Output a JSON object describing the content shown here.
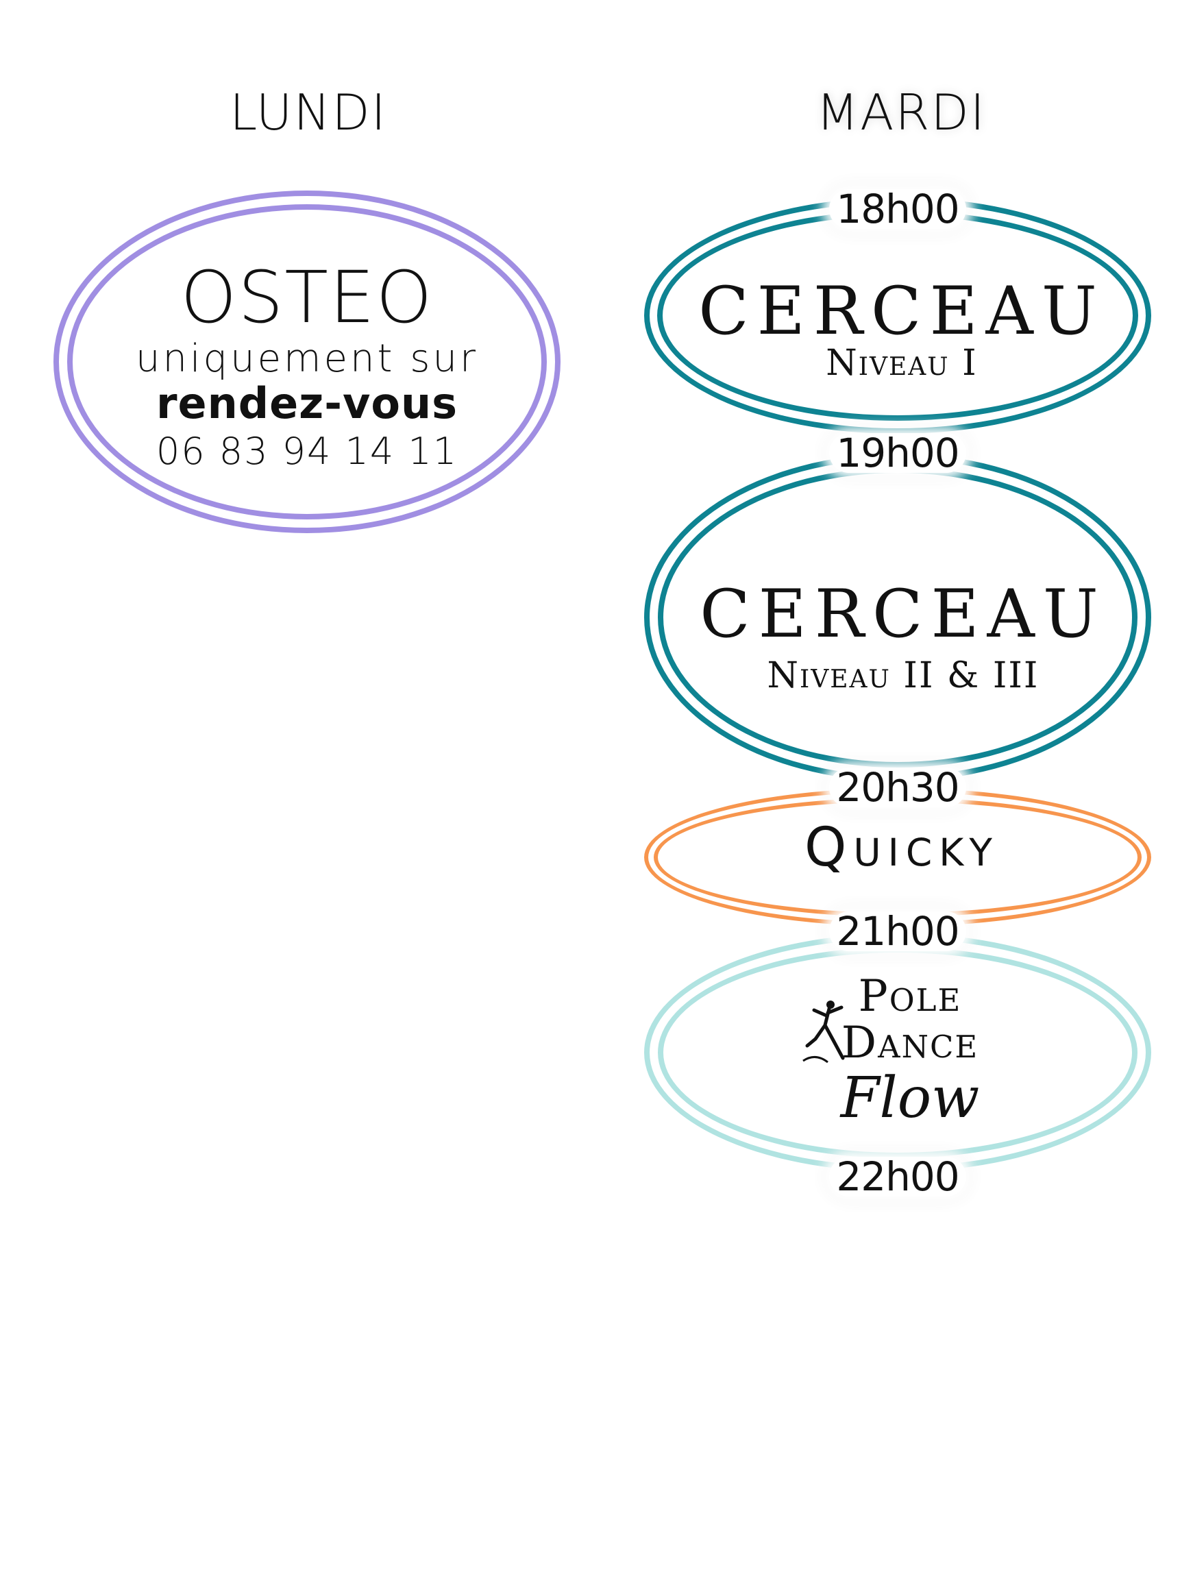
{
  "days": {
    "monday": "LUNDI",
    "tuesday": "MARDI"
  },
  "osteo": {
    "title": "OSTEO",
    "line1": "uniquement sur",
    "line2": "rendez-vous",
    "phone": "06 83 94 14 11",
    "color": "#a08ee2"
  },
  "tuesday_classes": [
    {
      "name": "CERCEAU",
      "level": "Niveau I",
      "color": "#0e8392"
    },
    {
      "name": "CERCEAU",
      "level": "Niveau II & III",
      "color": "#0e8392"
    },
    {
      "name": "Quicky",
      "color": "#f7954d"
    },
    {
      "line1": "Pole",
      "line2": "Dance",
      "line3": "Flow",
      "color": "#b0e3e1"
    }
  ],
  "times": [
    "18h00",
    "19h00",
    "20h30",
    "21h00",
    "22h00"
  ]
}
